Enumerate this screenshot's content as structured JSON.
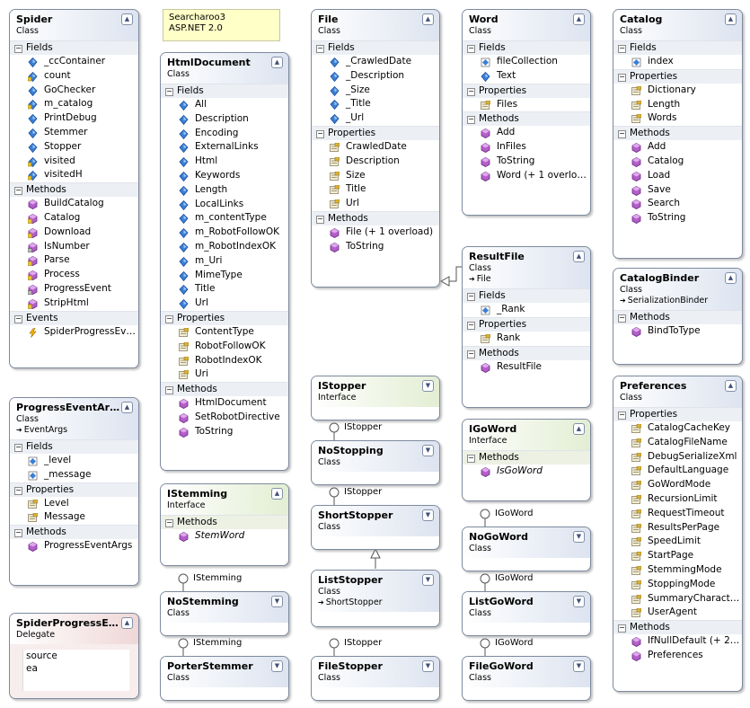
{
  "note": {
    "lines": [
      "Searcharoo3",
      "ASP.NET 2.0"
    ]
  },
  "types": [
    {
      "id": "spider",
      "name": "Spider",
      "kind": "Class",
      "style": "class",
      "toggle": "▲",
      "sections": [
        {
          "title": "Fields",
          "items": [
            {
              "t": "_ccContainer",
              "i": "field"
            },
            {
              "t": "count",
              "i": "field-static"
            },
            {
              "t": "GoChecker",
              "i": "field"
            },
            {
              "t": "m_catalog",
              "i": "field-static"
            },
            {
              "t": "PrintDebug",
              "i": "field"
            },
            {
              "t": "Stemmer",
              "i": "field"
            },
            {
              "t": "Stopper",
              "i": "field"
            },
            {
              "t": "visited",
              "i": "field-static"
            },
            {
              "t": "visitedH",
              "i": "field-static"
            }
          ]
        },
        {
          "title": "Methods",
          "items": [
            {
              "t": "BuildCatalog",
              "i": "method"
            },
            {
              "t": "Catalog",
              "i": "method-prot"
            },
            {
              "t": "Download",
              "i": "method-prot"
            },
            {
              "t": "IsNumber",
              "i": "method-lock"
            },
            {
              "t": "Parse",
              "i": "method-prot"
            },
            {
              "t": "Process",
              "i": "method-prot"
            },
            {
              "t": "ProgressEvent",
              "i": "method-lock"
            },
            {
              "t": "StripHtml",
              "i": "method-prot"
            }
          ]
        },
        {
          "title": "Events",
          "items": [
            {
              "t": "SpiderProgressEv…",
              "i": "event"
            }
          ]
        }
      ]
    },
    {
      "id": "htmldocument",
      "name": "HtmlDocument",
      "kind": "Class",
      "style": "class",
      "toggle": "▲",
      "sections": [
        {
          "title": "Fields",
          "items": [
            {
              "t": "All",
              "i": "field"
            },
            {
              "t": "Description",
              "i": "field"
            },
            {
              "t": "Encoding",
              "i": "field"
            },
            {
              "t": "ExternalLinks",
              "i": "field"
            },
            {
              "t": "Html",
              "i": "field"
            },
            {
              "t": "Keywords",
              "i": "field"
            },
            {
              "t": "Length",
              "i": "field"
            },
            {
              "t": "LocalLinks",
              "i": "field"
            },
            {
              "t": "m_contentType",
              "i": "field"
            },
            {
              "t": "m_RobotFollowOK",
              "i": "field"
            },
            {
              "t": "m_RobotIndexOK",
              "i": "field"
            },
            {
              "t": "m_Uri",
              "i": "field"
            },
            {
              "t": "MimeType",
              "i": "field"
            },
            {
              "t": "Title",
              "i": "field"
            },
            {
              "t": "Url",
              "i": "field"
            }
          ]
        },
        {
          "title": "Properties",
          "items": [
            {
              "t": "ContentType",
              "i": "prop"
            },
            {
              "t": "RobotFollowOK",
              "i": "prop"
            },
            {
              "t": "RobotIndexOK",
              "i": "prop"
            },
            {
              "t": "Uri",
              "i": "prop"
            }
          ]
        },
        {
          "title": "Methods",
          "items": [
            {
              "t": "HtmlDocument",
              "i": "method"
            },
            {
              "t": "SetRobotDirective",
              "i": "method"
            },
            {
              "t": "ToString",
              "i": "method"
            }
          ]
        }
      ]
    },
    {
      "id": "file",
      "name": "File",
      "kind": "Class",
      "style": "class",
      "toggle": "▲",
      "sections": [
        {
          "title": "Fields",
          "items": [
            {
              "t": "_CrawledDate",
              "i": "field"
            },
            {
              "t": "_Description",
              "i": "field"
            },
            {
              "t": "_Size",
              "i": "field"
            },
            {
              "t": "_Title",
              "i": "field"
            },
            {
              "t": "_Url",
              "i": "field"
            }
          ]
        },
        {
          "title": "Properties",
          "items": [
            {
              "t": "CrawledDate",
              "i": "prop"
            },
            {
              "t": "Description",
              "i": "prop"
            },
            {
              "t": "Size",
              "i": "prop"
            },
            {
              "t": "Title",
              "i": "prop"
            },
            {
              "t": "Url",
              "i": "prop"
            }
          ]
        },
        {
          "title": "Methods",
          "items": [
            {
              "t": "File (+ 1 overload)",
              "i": "method"
            },
            {
              "t": "ToString",
              "i": "method"
            }
          ]
        }
      ]
    },
    {
      "id": "word",
      "name": "Word",
      "kind": "Class",
      "style": "class",
      "toggle": "▲",
      "sections": [
        {
          "title": "Fields",
          "items": [
            {
              "t": "fileCollection",
              "i": "field-plain"
            },
            {
              "t": "Text",
              "i": "field"
            }
          ]
        },
        {
          "title": "Properties",
          "items": [
            {
              "t": "Files",
              "i": "prop"
            }
          ]
        },
        {
          "title": "Methods",
          "items": [
            {
              "t": "Add",
              "i": "method"
            },
            {
              "t": "InFiles",
              "i": "method"
            },
            {
              "t": "ToString",
              "i": "method"
            },
            {
              "t": "Word (+ 1 overlo…",
              "i": "method"
            }
          ]
        }
      ]
    },
    {
      "id": "catalog",
      "name": "Catalog",
      "kind": "Class",
      "style": "class",
      "toggle": "▲",
      "sections": [
        {
          "title": "Fields",
          "items": [
            {
              "t": "index",
              "i": "field-plain"
            }
          ]
        },
        {
          "title": "Properties",
          "items": [
            {
              "t": "Dictionary",
              "i": "prop"
            },
            {
              "t": "Length",
              "i": "prop"
            },
            {
              "t": "Words",
              "i": "prop"
            }
          ]
        },
        {
          "title": "Methods",
          "items": [
            {
              "t": "Add",
              "i": "method"
            },
            {
              "t": "Catalog",
              "i": "method"
            },
            {
              "t": "Load",
              "i": "method"
            },
            {
              "t": "Save",
              "i": "method"
            },
            {
              "t": "Search",
              "i": "method"
            },
            {
              "t": "ToString",
              "i": "method"
            }
          ]
        }
      ]
    },
    {
      "id": "resultfile",
      "name": "ResultFile",
      "kind": "Class",
      "base": "File",
      "style": "class",
      "toggle": "▲",
      "sections": [
        {
          "title": "Fields",
          "items": [
            {
              "t": "_Rank",
              "i": "field-plain"
            }
          ]
        },
        {
          "title": "Properties",
          "items": [
            {
              "t": "Rank",
              "i": "prop"
            }
          ]
        },
        {
          "title": "Methods",
          "items": [
            {
              "t": "ResultFile",
              "i": "method"
            }
          ]
        }
      ]
    },
    {
      "id": "catalogbinder",
      "name": "CatalogBinder",
      "kind": "Class",
      "base": "SerializationBinder",
      "style": "class",
      "toggle": "▲",
      "sections": [
        {
          "title": "Methods",
          "items": [
            {
              "t": "BindToType",
              "i": "method"
            }
          ]
        }
      ]
    },
    {
      "id": "progresseventargs",
      "name": "ProgressEventAr…",
      "kind": "Class",
      "base": "EventArgs",
      "style": "class",
      "toggle": "▲",
      "sections": [
        {
          "title": "Fields",
          "items": [
            {
              "t": "_level",
              "i": "field-plain"
            },
            {
              "t": "_message",
              "i": "field-plain"
            }
          ]
        },
        {
          "title": "Properties",
          "items": [
            {
              "t": "Level",
              "i": "prop"
            },
            {
              "t": "Message",
              "i": "prop"
            }
          ]
        },
        {
          "title": "Methods",
          "items": [
            {
              "t": "ProgressEventArgs",
              "i": "method"
            }
          ]
        }
      ]
    },
    {
      "id": "istemming",
      "name": "IStemming",
      "kind": "Interface",
      "style": "iface",
      "toggle": "▲",
      "sections": [
        {
          "title": "Methods",
          "items": [
            {
              "t": "StemWord",
              "i": "method",
              "italic": true
            }
          ]
        }
      ]
    },
    {
      "id": "istopper",
      "name": "IStopper",
      "kind": "Interface",
      "style": "iface",
      "toggle": "▼",
      "sections": []
    },
    {
      "id": "igoword",
      "name": "IGoWord",
      "kind": "Interface",
      "style": "iface",
      "toggle": "▲",
      "sections": [
        {
          "title": "Methods",
          "items": [
            {
              "t": "IsGoWord",
              "i": "method",
              "italic": true
            }
          ]
        }
      ]
    },
    {
      "id": "preferences",
      "name": "Preferences",
      "kind": "Class",
      "style": "class",
      "toggle": "▲",
      "sections": [
        {
          "title": "Properties",
          "items": [
            {
              "t": "CatalogCacheKey",
              "i": "prop"
            },
            {
              "t": "CatalogFileName",
              "i": "prop"
            },
            {
              "t": "DebugSerializeXml",
              "i": "prop"
            },
            {
              "t": "DefaultLanguage",
              "i": "prop"
            },
            {
              "t": "GoWordMode",
              "i": "prop"
            },
            {
              "t": "RecursionLimit",
              "i": "prop"
            },
            {
              "t": "RequestTimeout",
              "i": "prop"
            },
            {
              "t": "ResultsPerPage",
              "i": "prop"
            },
            {
              "t": "SpeedLimit",
              "i": "prop"
            },
            {
              "t": "StartPage",
              "i": "prop"
            },
            {
              "t": "StemmingMode",
              "i": "prop"
            },
            {
              "t": "StoppingMode",
              "i": "prop"
            },
            {
              "t": "SummaryCharact…",
              "i": "prop"
            },
            {
              "t": "UserAgent",
              "i": "prop"
            }
          ]
        },
        {
          "title": "Methods",
          "items": [
            {
              "t": "IfNullDefault (+ 2…",
              "i": "method"
            },
            {
              "t": "Preferences",
              "i": "method"
            }
          ]
        }
      ]
    },
    {
      "id": "nostopping",
      "name": "NoStopping",
      "kind": "Class",
      "style": "class",
      "toggle": "▼",
      "sections": []
    },
    {
      "id": "shortstopper",
      "name": "ShortStopper",
      "kind": "Class",
      "style": "class",
      "toggle": "▼",
      "sections": []
    },
    {
      "id": "liststopper",
      "name": "ListStopper",
      "kind": "Class",
      "base": "ShortStopper",
      "style": "class",
      "toggle": "▼",
      "sections": []
    },
    {
      "id": "filestopper",
      "name": "FileStopper",
      "kind": "Class",
      "style": "class",
      "toggle": "▼",
      "sections": []
    },
    {
      "id": "nostemming",
      "name": "NoStemming",
      "kind": "Class",
      "style": "class",
      "toggle": "▼",
      "sections": []
    },
    {
      "id": "porterstemmer",
      "name": "PorterStemmer",
      "kind": "Class",
      "style": "class",
      "toggle": "▼",
      "sections": []
    },
    {
      "id": "nogoword",
      "name": "NoGoWord",
      "kind": "Class",
      "style": "class",
      "toggle": "▼",
      "sections": []
    },
    {
      "id": "listgoword",
      "name": "ListGoWord",
      "kind": "Class",
      "style": "class",
      "toggle": "▼",
      "sections": []
    },
    {
      "id": "filegoword",
      "name": "FileGoWord",
      "kind": "Class",
      "style": "class",
      "toggle": "▼",
      "sections": []
    },
    {
      "id": "spiderprogressevent",
      "name": "SpiderProgressE…",
      "kind": "Delegate",
      "style": "deleg",
      "toggle": "▲",
      "sections": [],
      "params": [
        "source",
        "ea"
      ]
    }
  ],
  "lollipops": [
    {
      "id": "l1",
      "label": "IStopper"
    },
    {
      "id": "l2",
      "label": "IStopper"
    },
    {
      "id": "l3",
      "label": "IStopper"
    },
    {
      "id": "l4",
      "label": "IStemming"
    },
    {
      "id": "l5",
      "label": "IStemming"
    },
    {
      "id": "l6",
      "label": "IGoWord"
    },
    {
      "id": "l7",
      "label": "IGoWord"
    },
    {
      "id": "l8",
      "label": "IGoWord"
    }
  ]
}
